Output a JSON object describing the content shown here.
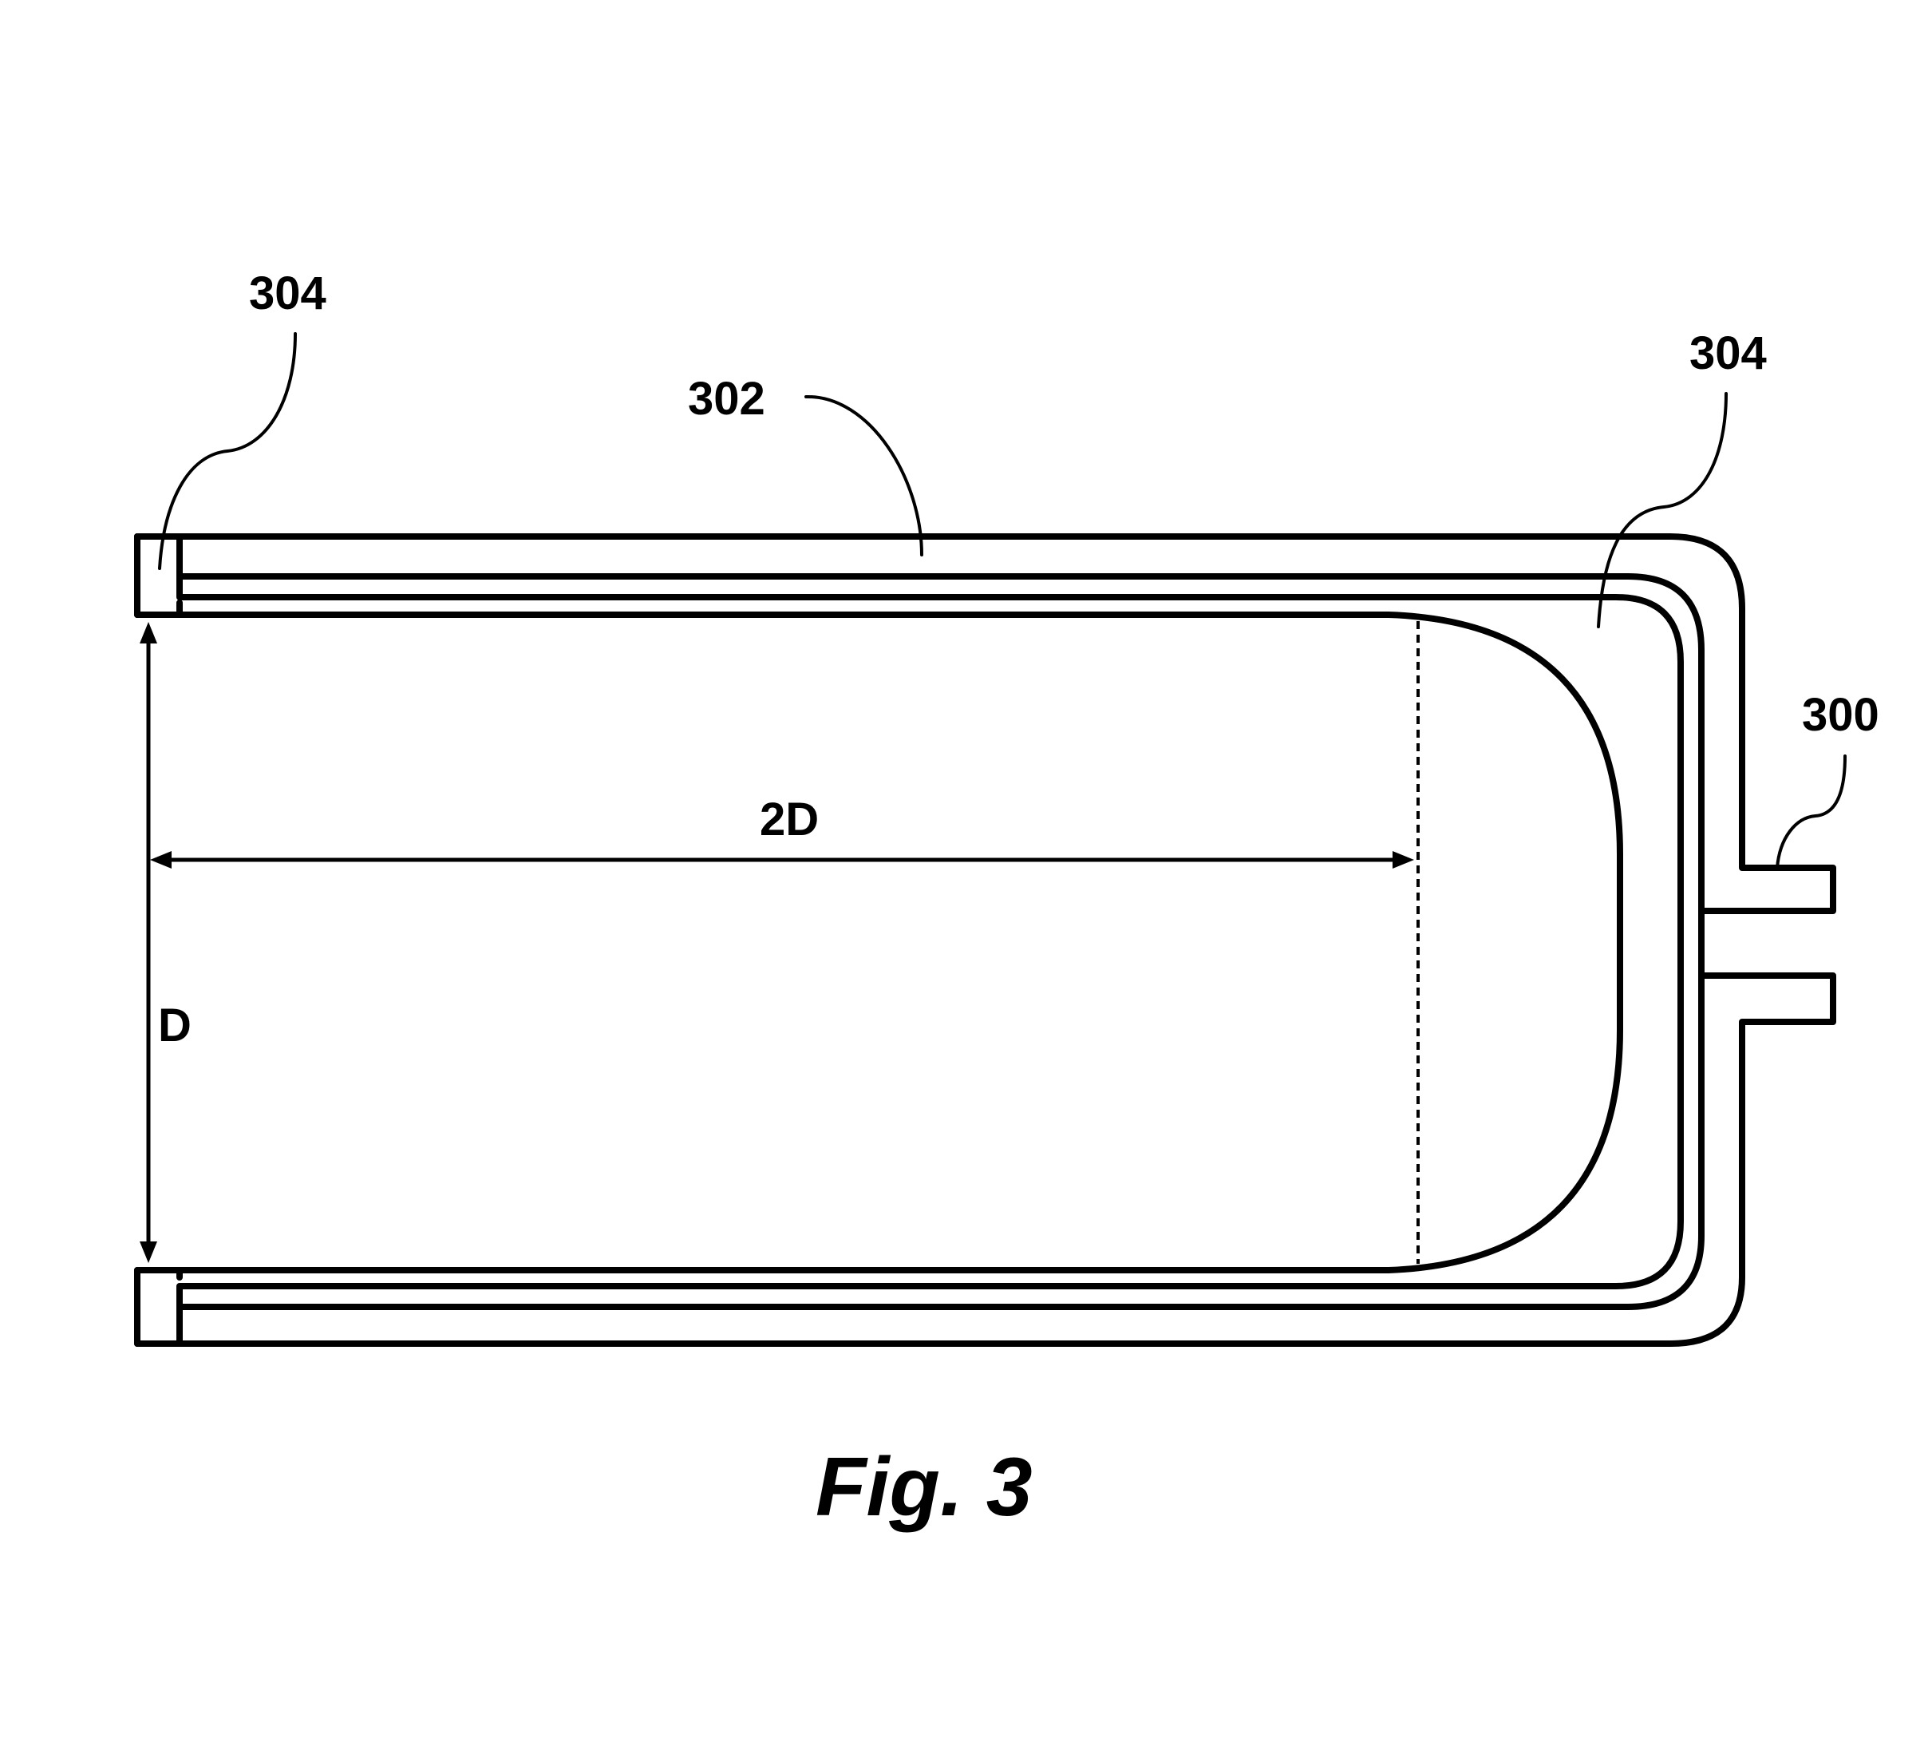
{
  "figure": {
    "caption": "Fig. 3",
    "reference_numerals": {
      "end_cap_left": "304",
      "body": "302",
      "end_cap_right": "304",
      "port": "300"
    },
    "dimensions": {
      "length": "2D",
      "diameter": "D"
    }
  }
}
